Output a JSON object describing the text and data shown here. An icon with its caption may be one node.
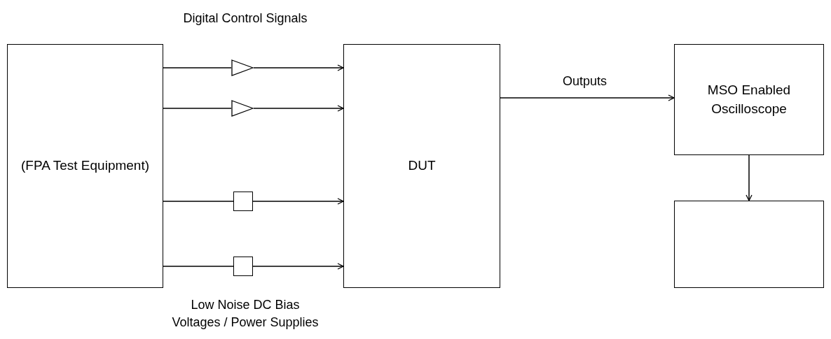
{
  "diagram": {
    "nodes": [
      {
        "text": [
          "(FPA Test Equipment)"
        ]
      },
      {
        "text": [
          "DUT"
        ]
      },
      {
        "text": [
          "MSO Enabled Oscilloscope"
        ]
      },
      {
        "text": [],
        "shape": "box"
      },
      {
        "text": [],
        "shape": "triangle"
      },
      {
        "text": [],
        "shape": "triangle"
      },
      {
        "text": [],
        "shape": "box"
      },
      {
        "text": [],
        "shape": "box"
      }
    ],
    "edges": [
      {
        "from": 0,
        "to": 4,
        "arrow": "none"
      },
      {
        "from": 4,
        "to": 1,
        "arrow": "to"
      },
      {
        "from": 0,
        "to": 5,
        "arrow": "none"
      },
      {
        "from": 5,
        "to": 1,
        "arrow": "to"
      },
      {
        "from": 0,
        "to": 6,
        "arrow": "none"
      },
      {
        "from": 6,
        "to": 1,
        "arrow": "to"
      },
      {
        "from": 0,
        "to": 7,
        "arrow": "none"
      },
      {
        "from": 7,
        "to": 1,
        "arrow": "to"
      },
      {
        "from": 1,
        "to": 2,
        "arrow": "to",
        "label": "Outputs"
      },
      {
        "from": 2,
        "to": 3,
        "arrow": "to"
      }
    ],
    "labels": [
      "Digital Control Signals",
      "Low Noise DC Bias Voltages / Power Supplies"
    ]
  }
}
